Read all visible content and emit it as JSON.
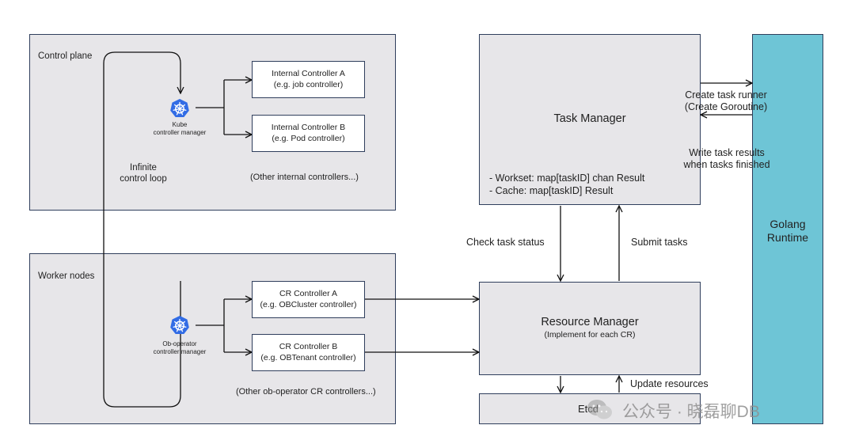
{
  "control_plane": {
    "label": "Control plane",
    "manager_line1": "Kube",
    "manager_line2": "controller manager",
    "controllers": [
      {
        "name": "Internal Controller A",
        "sub": "(e.g. job controller)"
      },
      {
        "name": "Internal Controller B",
        "sub": "(e.g. Pod controller)"
      }
    ],
    "other_note": "(Other internal controllers...)"
  },
  "loop_line1": "Infinite",
  "loop_line2": "control loop",
  "worker_nodes": {
    "label": "Worker nodes",
    "manager_line1": "Ob-operator",
    "manager_line2": "controller manager",
    "controllers": [
      {
        "name": "CR Controller A",
        "sub": "(e.g. OBCluster controller)"
      },
      {
        "name": "CR Controller B",
        "sub": "(e.g. OBTenant controller)"
      }
    ],
    "other_note": "(Other ob-operator CR controllers...)"
  },
  "task_manager": {
    "title": "Task Manager",
    "line1": "- Workset: map[taskID] chan Result",
    "line2": "- Cache: map[taskID] Result"
  },
  "resource_manager": {
    "title": "Resource Manager",
    "subtitle": "(Implement for each CR)"
  },
  "etcd": {
    "label": "Etcd"
  },
  "runtime": {
    "line1": "Golang",
    "line2": "Runtime"
  },
  "edges": {
    "check_task_status": "Check task status",
    "submit_tasks": "Submit tasks",
    "create_runner_1": "Create task runner",
    "create_runner_2": "(Create Goroutine)",
    "write_results_1": "Write task results",
    "write_results_2": "when tasks finished",
    "update_resources": "Update resources"
  },
  "watermark": "公众号 · 晓磊聊DB",
  "colors": {
    "panel_fill": "#e7e6e9",
    "border": "#2f3e5c",
    "runtime_fill": "#6ec5d6",
    "kubernetes_blue": "#326ce5"
  },
  "icons": [
    "kubernetes-icon",
    "wechat-icon"
  ]
}
